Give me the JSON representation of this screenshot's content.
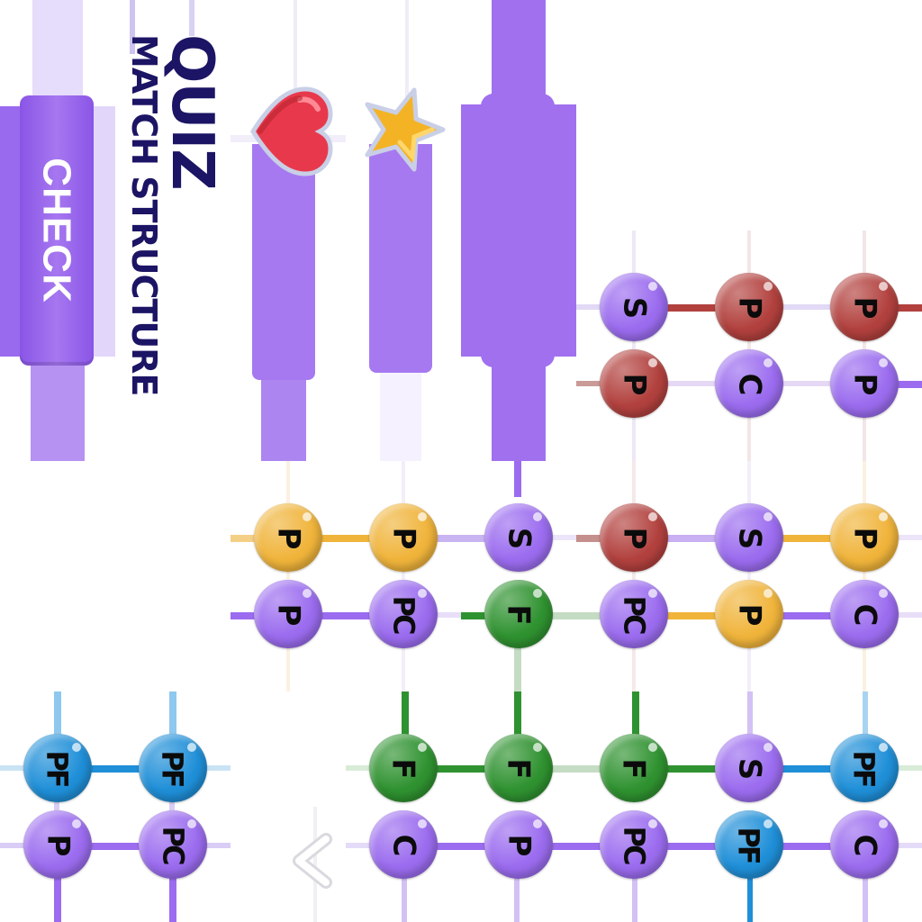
{
  "header": {
    "title": "QUIZ",
    "subtitle": "MATCH STRUCTURE",
    "check_label": "CHECK"
  },
  "colors": {
    "purple": "#9b6cef",
    "red": "#b2413e",
    "yellow": "#f0b43b",
    "green": "#2f9230",
    "blue": "#1f8fd8",
    "title_navy": "#1c1464"
  },
  "icons": [
    "heart-icon",
    "star-icon",
    "back-arrow-icon"
  ],
  "grids": {
    "top_right": [
      [
        {
          "label": "S",
          "color": "purple"
        },
        {
          "label": "P",
          "color": "red"
        },
        {
          "label": "P",
          "color": "red"
        }
      ],
      [
        {
          "label": "P",
          "color": "red"
        },
        {
          "label": "C",
          "color": "purple"
        },
        {
          "label": "P",
          "color": "purple"
        }
      ]
    ],
    "middle": [
      [
        {
          "label": "P",
          "color": "yellow"
        },
        {
          "label": "P",
          "color": "yellow"
        },
        {
          "label": "S",
          "color": "purple"
        },
        {
          "label": "P",
          "color": "red"
        },
        {
          "label": "S",
          "color": "purple"
        },
        {
          "label": "P",
          "color": "yellow"
        }
      ],
      [
        {
          "label": "P",
          "color": "purple"
        },
        {
          "label": "PC",
          "color": "purple"
        },
        {
          "label": "F",
          "color": "green"
        },
        {
          "label": "PC",
          "color": "purple"
        },
        {
          "label": "P",
          "color": "yellow"
        },
        {
          "label": "C",
          "color": "purple"
        }
      ]
    ],
    "bottom_left": [
      [
        {
          "label": "PF",
          "color": "blue"
        },
        {
          "label": "PF",
          "color": "blue"
        }
      ],
      [
        {
          "label": "P",
          "color": "purple"
        },
        {
          "label": "PC",
          "color": "purple"
        }
      ]
    ],
    "bottom_right": [
      [
        {
          "label": "F",
          "color": "green"
        },
        {
          "label": "F",
          "color": "green"
        },
        {
          "label": "F",
          "color": "green"
        },
        {
          "label": "S",
          "color": "purple"
        },
        {
          "label": "PF",
          "color": "blue"
        }
      ],
      [
        {
          "label": "C",
          "color": "purple"
        },
        {
          "label": "P",
          "color": "purple"
        },
        {
          "label": "PC",
          "color": "purple"
        },
        {
          "label": "PF",
          "color": "blue"
        },
        {
          "label": "C",
          "color": "purple"
        }
      ]
    ]
  }
}
